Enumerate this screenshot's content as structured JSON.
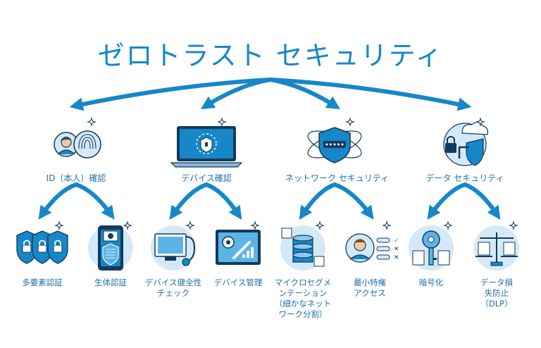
{
  "title": "ゼロトラスト セキュリティ",
  "colors": {
    "primary": "#1687c9",
    "dark": "#123a5c",
    "light": "#d4e9f7",
    "sky": "#5cb4e6",
    "text": "#1e6fae"
  },
  "categories": [
    {
      "label": "ID（本人）確認",
      "icon": "person-fingerprint-icon",
      "children": [
        {
          "label": "多要素認証",
          "icon": "padlock-shields-icon"
        },
        {
          "label": "生体認証",
          "icon": "face-scan-phone-icon"
        }
      ]
    },
    {
      "label": "デバイス確認",
      "icon": "laptop-shield-icon",
      "children": [
        {
          "label": "デバイス健全性\nチェック",
          "icon": "stethoscope-monitor-icon"
        },
        {
          "label": "デバイス管理",
          "icon": "gear-wrench-dashboard-icon"
        }
      ]
    },
    {
      "label": "ネットワーク セキュリティ",
      "icon": "network-shield-orbit-icon",
      "children": [
        {
          "label": "マイクロセグメ\nンテーション\n（細かなネット\nワーク分割）",
          "icon": "database-segments-icon"
        },
        {
          "label": "最小特権\nアクセス",
          "icon": "user-permission-list-icon"
        }
      ]
    },
    {
      "label": "データ セキュリティ",
      "icon": "cloud-lock-shield-icon",
      "children": [
        {
          "label": "暗号化",
          "icon": "key-documents-icon"
        },
        {
          "label": "データ損\n失防止\n（DLP）",
          "icon": "scales-documents-icon"
        }
      ]
    }
  ]
}
